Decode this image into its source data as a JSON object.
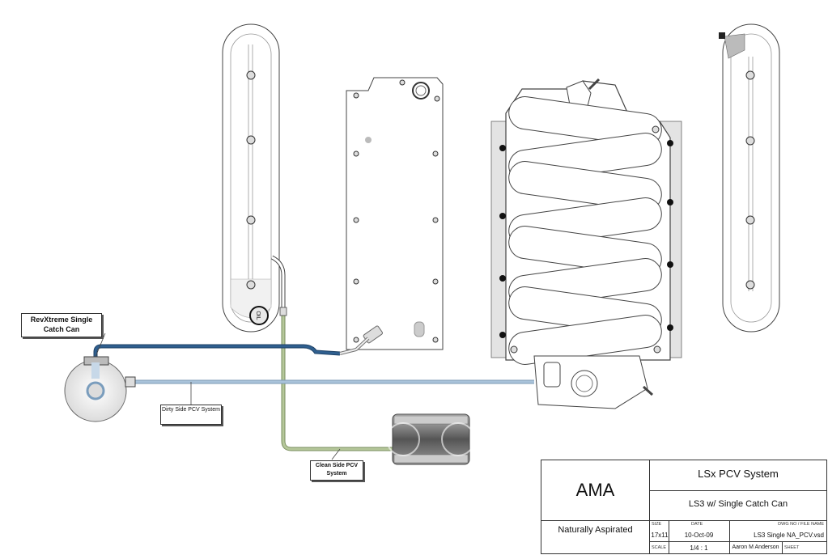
{
  "labels": {
    "catch_can": "RevXtreme Single Catch Can",
    "dirty_side": "Dirty Side PCV System",
    "clean_side": "Clean Side PCV System",
    "oil_cap": "OIL"
  },
  "title_block": {
    "company": "AMA",
    "title": "LSx PCV System",
    "subtitle": "LS3 w/ Single Catch Can",
    "type": "Naturally Aspirated",
    "size_label": "SIZE",
    "size": "17x11",
    "date_label": "DATE",
    "date": "10-Oct-09",
    "dwg_label": "DWG NO / FILE NAME",
    "dwg": "LS3 Single NA_PCV.vsd",
    "scale_label": "SCALE",
    "scale": "1/4 : 1",
    "author": "Aaron M Anderson",
    "sheet_label": "SHEET"
  },
  "colors": {
    "dirty_hose": "#2f5f8f",
    "dirty_return": "#a9c3da",
    "clean_hose": "#b5c79a",
    "outline": "#444444"
  }
}
